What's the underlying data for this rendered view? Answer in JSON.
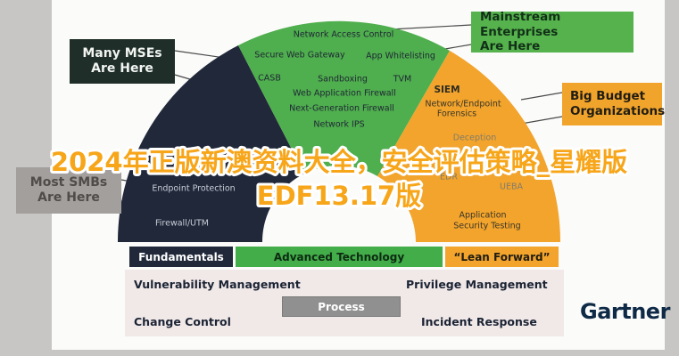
{
  "overlay": {
    "line1": "2024年正版新澳资料大全，安全评估策略_星耀版",
    "line2": "EDF13.17版"
  },
  "callouts": {
    "many_mses": {
      "line1": "Many MSEs",
      "line2": "Are Here"
    },
    "most_smbs": {
      "line1": "Most SMBs",
      "line2": "Are Here"
    },
    "mainstream_enterprises": {
      "line1": "Mainstream Enterprises",
      "line2": "Are Here"
    },
    "big_budget": {
      "line1": "Big Budget",
      "line2": "Organizations"
    }
  },
  "arch": {
    "green_labels": [
      "Network Access Control",
      "Secure Web Gateway",
      "App Whitelisting",
      "CASB",
      "Sandboxing",
      "TVM",
      "Web Application Firewall",
      "Next-Generation Firewall",
      "Network IPS"
    ],
    "dark_labels": [
      "Endpoint Protection",
      "Firewall/UTM"
    ],
    "orange_labels": [
      "SIEM",
      "Network/Endpoint",
      "Forensics",
      "Deception",
      "EDR",
      "UEBA",
      "Application",
      "Security Testing"
    ]
  },
  "legend": {
    "fundamentals": "Fundamentals",
    "advanced_technology": "Advanced Technology",
    "lean_forward": "“Lean Forward”"
  },
  "process_panel": {
    "vulnerability": "Vulnerability Management",
    "privilege": "Privilege Management",
    "process": "Process",
    "change": "Change Control",
    "incident": "Incident Response"
  },
  "brand": {
    "logo": "Gartner"
  },
  "colors": {
    "fundamentals_dark": "#20283a",
    "advanced_green": "#42ad49",
    "lean_orange": "#f2a42c",
    "overlay_orange": "#f7a519",
    "callout_green": "#55b24c"
  }
}
